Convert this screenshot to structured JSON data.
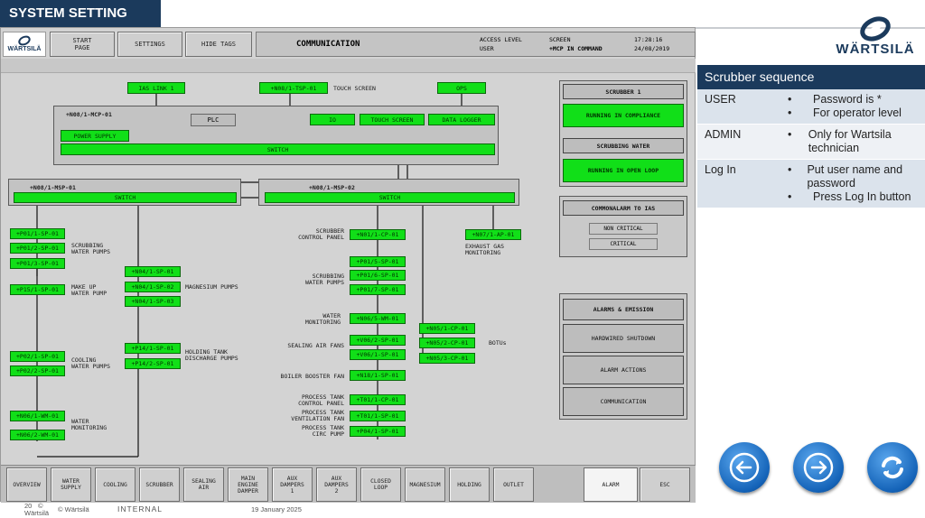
{
  "slide": {
    "title": "SYSTEM SETTING",
    "brand_name": "WÄRTSILÄ",
    "accent": "#1b3a5c"
  },
  "hmi": {
    "logo_text": "WÄRTSILÄ",
    "nav": {
      "start_page": "START\nPAGE",
      "settings": "SETTINGS",
      "hide_tags": "HIDE TAGS"
    },
    "screen_name": "COMMUNICATION",
    "access_level_label": "ACCESS LEVEL",
    "access_level_value": "USER",
    "screen_label": "SCREEN",
    "screen_value": "+MCP IN COMMAND",
    "time": "17:28:16",
    "date": "24/08/2019"
  },
  "diagram": {
    "ias_link": "IAS LINK 1",
    "touch_screen_box": "+N08/1-TSP-01",
    "touch_screen_label": "TOUCH SCREEN",
    "ops": "OPS",
    "mcp_label": "+N08/1-MCP-01",
    "plc": "PLC",
    "io": "IO",
    "touch_screen": "TOUCH SCREEN",
    "data_logger": "DATA LOGGER",
    "power_supply": "POWER SUPPLY",
    "switch": "SWITCH",
    "msp1_label": "+N08/1-MSP-01",
    "msp2_label": "+N08/1-MSP-02",
    "left": {
      "scrubbing_pumps": [
        "+P01/1-SP-01",
        "+P01/2-SP-01",
        "+P01/3-SP-01"
      ],
      "scrubbing_label": "SCRUBBING\nWATER PUMPS",
      "makeup": "+P15/1-SP-01",
      "makeup_label": "MAKE UP\nWATER PUMP",
      "cooling_pumps": [
        "+P02/1-SP-01",
        "+P02/2-SP-01"
      ],
      "cooling_label": "COOLING\nWATER PUMPS",
      "water_mon": [
        "+N06/1-WM-01",
        "+N06/2-WM-01"
      ],
      "water_mon_label": "WATER\nMONITORING",
      "magnesium": [
        "+N04/1-SP-01",
        "+N04/1-SP-02",
        "+N04/1-SP-03"
      ],
      "magnesium_label": "MAGNESIUM PUMPS",
      "holding": [
        "+P14/1-SP-01",
        "+P14/2-SP-01"
      ],
      "holding_label": "HOLDING TANK\nDISCHARGE PUMPS"
    },
    "right": {
      "control_panel": "+N01/1-CP-01",
      "control_panel_label": "SCRUBBER\nCONTROL PANEL",
      "exhaust": "+N07/1-AP-01",
      "exhaust_label": "EXHAUST GAS\nMONITORING",
      "scrubbing_pumps": [
        "+P01/5-SP-01",
        "+P01/6-SP-01",
        "+P01/7-SP-01"
      ],
      "scrubbing_label": "SCRUBBING\nWATER PUMPS",
      "water_mon": "+N06/5-WM-01",
      "water_mon_label": "WATER\nMONITORING",
      "sealing": [
        "+V06/2-SP-01",
        "+V06/1-SP-01"
      ],
      "sealing_label": "SEALING AIR FANS",
      "botus": [
        "+N05/1-CP-01",
        "+N05/2-CP-01",
        "+N05/3-CP-01"
      ],
      "botus_label": "BOTUs",
      "booster": "+N18/1-SP-01",
      "booster_label": "BOILER BOOSTER FAN",
      "process_cp": "+T01/1-CP-01",
      "process_cp_label": "PROCESS TANK\nCONTROL PANEL",
      "process_vent": "+T01/1-SP-01",
      "process_vent_label": "PROCESS TANK\nVENTILATION FAN",
      "process_circ": "+P04/1-SP-01",
      "process_circ_label": "PROCESS TANK\nCIRC PUMP"
    }
  },
  "status": {
    "scrubber_title": "SCRUBBER 1",
    "scrubber_state": "RUNNING IN COMPLIANCE",
    "water_title": "SCRUBBING WATER",
    "water_state": "RUNNING IN OPEN LOOP",
    "common_title": "COMMONALARM TO IAS",
    "non_critical": "NON CRITICAL",
    "critical": "CRITICAL",
    "alarms_title": "ALARMS & EMISSION",
    "hardwired": "HARDWIRED SHUTDOWN",
    "alarm_actions": "ALARM ACTIONS",
    "communication": "COMMUNICATION"
  },
  "tabs": [
    "OVERVIEW",
    "WATER\nSUPPLY",
    "COOLING",
    "SCRUBBER",
    "SEALING\nAIR",
    "MAIN\nENGINE\nDAMPER",
    "AUX\nDAMPERS\n1",
    "AUX\nDAMPERS\n2",
    "CLOSED\nLOOP",
    "MAGNESIUM",
    "HOLDING",
    "OUTLET",
    "ALARM",
    "ESC"
  ],
  "sequence": {
    "title": "Scrubber sequence",
    "rows": [
      {
        "key": "USER",
        "items": [
          "Password is *",
          "For operator level"
        ]
      },
      {
        "key": "ADMIN",
        "items": [
          "Only for Wartsila technician"
        ]
      },
      {
        "key": "Log In",
        "items": [
          "Put user name and password",
          "Press Log In button"
        ]
      }
    ]
  },
  "icons": {
    "back": "arrow-left-icon",
    "forward": "arrow-right-icon",
    "refresh": "refresh-icon"
  },
  "footer": {
    "page": "20",
    "copyright_sym": "©",
    "company": "Wärtsilä",
    "copyright": "© Wärtsilä",
    "classification": "INTERNAL",
    "date": "19 January 2025"
  }
}
